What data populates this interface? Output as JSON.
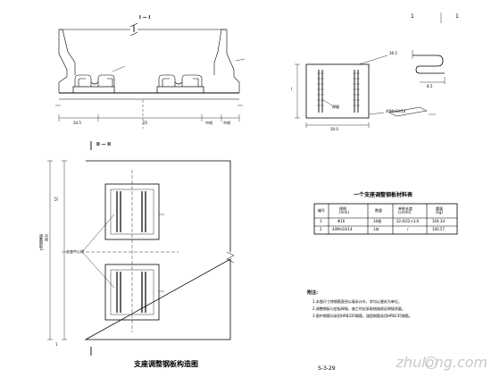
{
  "sheet": {
    "page_number": "1",
    "page_total": "1",
    "drawing_title": "支座调整钢板构造图",
    "drawing_number": "S-3-29"
  },
  "elevation": {
    "section_title": "I — I",
    "dim_left": "34.5",
    "dim_mid": "55",
    "dim_right_1": "中线",
    "dim_right_2": "中线"
  },
  "detail": {
    "rows_left": "I",
    "label_weld": "焊缝",
    "label_plate": "40MnSiV14",
    "dim_1": "30.0",
    "dim_2": "36.5",
    "dim_3": "8.5"
  },
  "plan": {
    "section_title": "II — II",
    "side_label_top": "15",
    "side_label_bottom": "调整钢板1",
    "side_label_bottom2": "中线",
    "label_center": "支座中心线",
    "dim_bottom": "1"
  },
  "table": {
    "title": "一个支座调整钢板材料表",
    "headers": [
      "编号",
      "规格\n(mm)",
      "数量",
      "单根长度\n(cm/m)",
      "重量\n(kg)"
    ],
    "rows": [
      [
        "1",
        "Φ16",
        "16根",
        "22.6/22×3.6",
        "104.34"
      ],
      [
        "2",
        "40MnSiV14",
        "1块",
        "/",
        "100.57"
      ]
    ]
  },
  "notes": {
    "heading": "附注:",
    "items": [
      "1.本图尺寸除钢筋直径以毫米计外，余均以厘米为单位。",
      "2.调整钢板与垫板焊接，施工时应采取措施保证焊接质量。",
      "3.图中钢筋均采用HRB335钢筋，锚固钢筋采用HPB235钢筋。"
    ]
  },
  "watermark": {
    "text": "zhulong.com"
  }
}
